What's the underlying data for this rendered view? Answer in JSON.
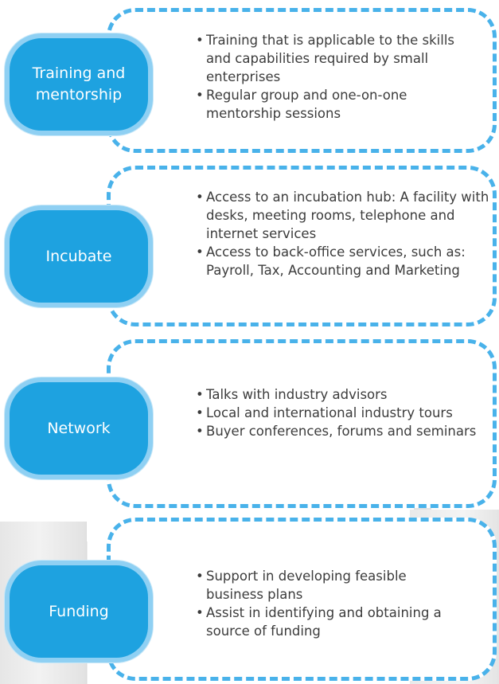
{
  "colors": {
    "badge_fill": "#1ea2e0",
    "badge_border": "#8fd0f3",
    "frame_dash": "#49b2ea",
    "text": "#3c3c3c"
  },
  "sections": [
    {
      "label": "Training and mentorship",
      "bullet_marker": "•",
      "items": [
        "Training that is applicable to the skills and capabilities required by small enterprises",
        "Regular group and one-on-one mentorship sessions"
      ]
    },
    {
      "label": "Incubate",
      "bullet_marker": "•",
      "items": [
        "Access to an incubation hub: A facility with desks, meeting rooms, telephone and internet services",
        "Access to back-office services, such as: Payroll, Tax, Accounting and Marketing"
      ]
    },
    {
      "label": "Network",
      "bullet_marker": "•",
      "items": [
        "Talks with industry advisors",
        "Local and international industry tours",
        "Buyer conferences, forums and seminars"
      ]
    },
    {
      "label": "Funding",
      "bullet_marker": "•",
      "items": [
        "Support in developing feasible business plans",
        "Assist in identifying and obtaining a source of funding"
      ]
    }
  ]
}
